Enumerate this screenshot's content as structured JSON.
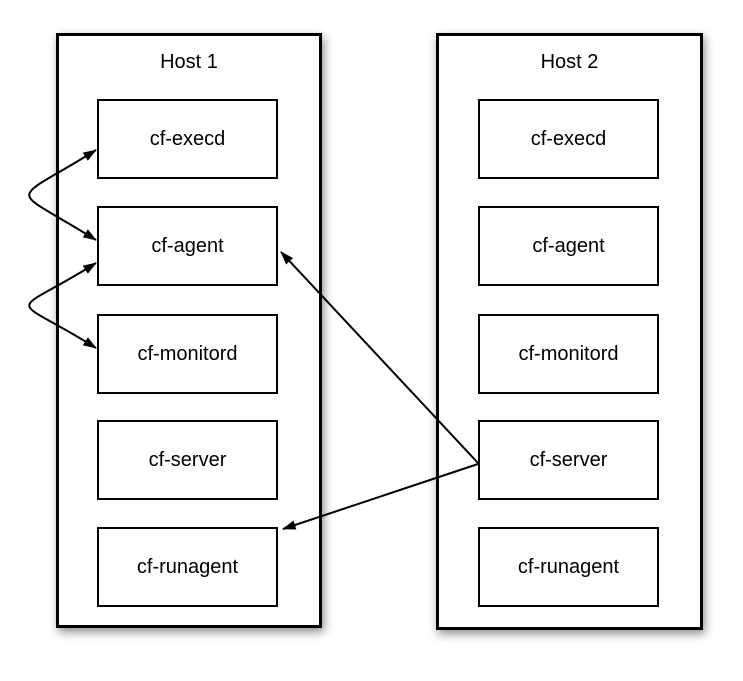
{
  "diagram": {
    "hosts": [
      {
        "title": "Host 1",
        "processes": [
          "cf-execd",
          "cf-agent",
          "cf-monitord",
          "cf-server",
          "cf-runagent"
        ]
      },
      {
        "title": "Host 2",
        "processes": [
          "cf-execd",
          "cf-agent",
          "cf-monitord",
          "cf-server",
          "cf-runagent"
        ]
      }
    ],
    "edges": [
      {
        "from": "Host 1 / cf-execd",
        "to": "Host 1 / cf-agent",
        "direction": "bidirectional",
        "shape": "curved-arc"
      },
      {
        "from": "Host 1 / cf-agent",
        "to": "Host 1 / cf-monitord",
        "direction": "bidirectional",
        "shape": "curved-arc"
      },
      {
        "from": "Host 2 / cf-server",
        "to": "Host 1 / cf-agent",
        "direction": "one-way",
        "shape": "straight-line"
      },
      {
        "from": "Host 2 / cf-server",
        "to": "Host 1 / cf-runagent",
        "direction": "one-way",
        "shape": "straight-line"
      }
    ],
    "colors": {
      "line": "#000000",
      "box_border": "#000000",
      "box_fill": "#ffffff",
      "page_bg": "#ffffff"
    }
  }
}
